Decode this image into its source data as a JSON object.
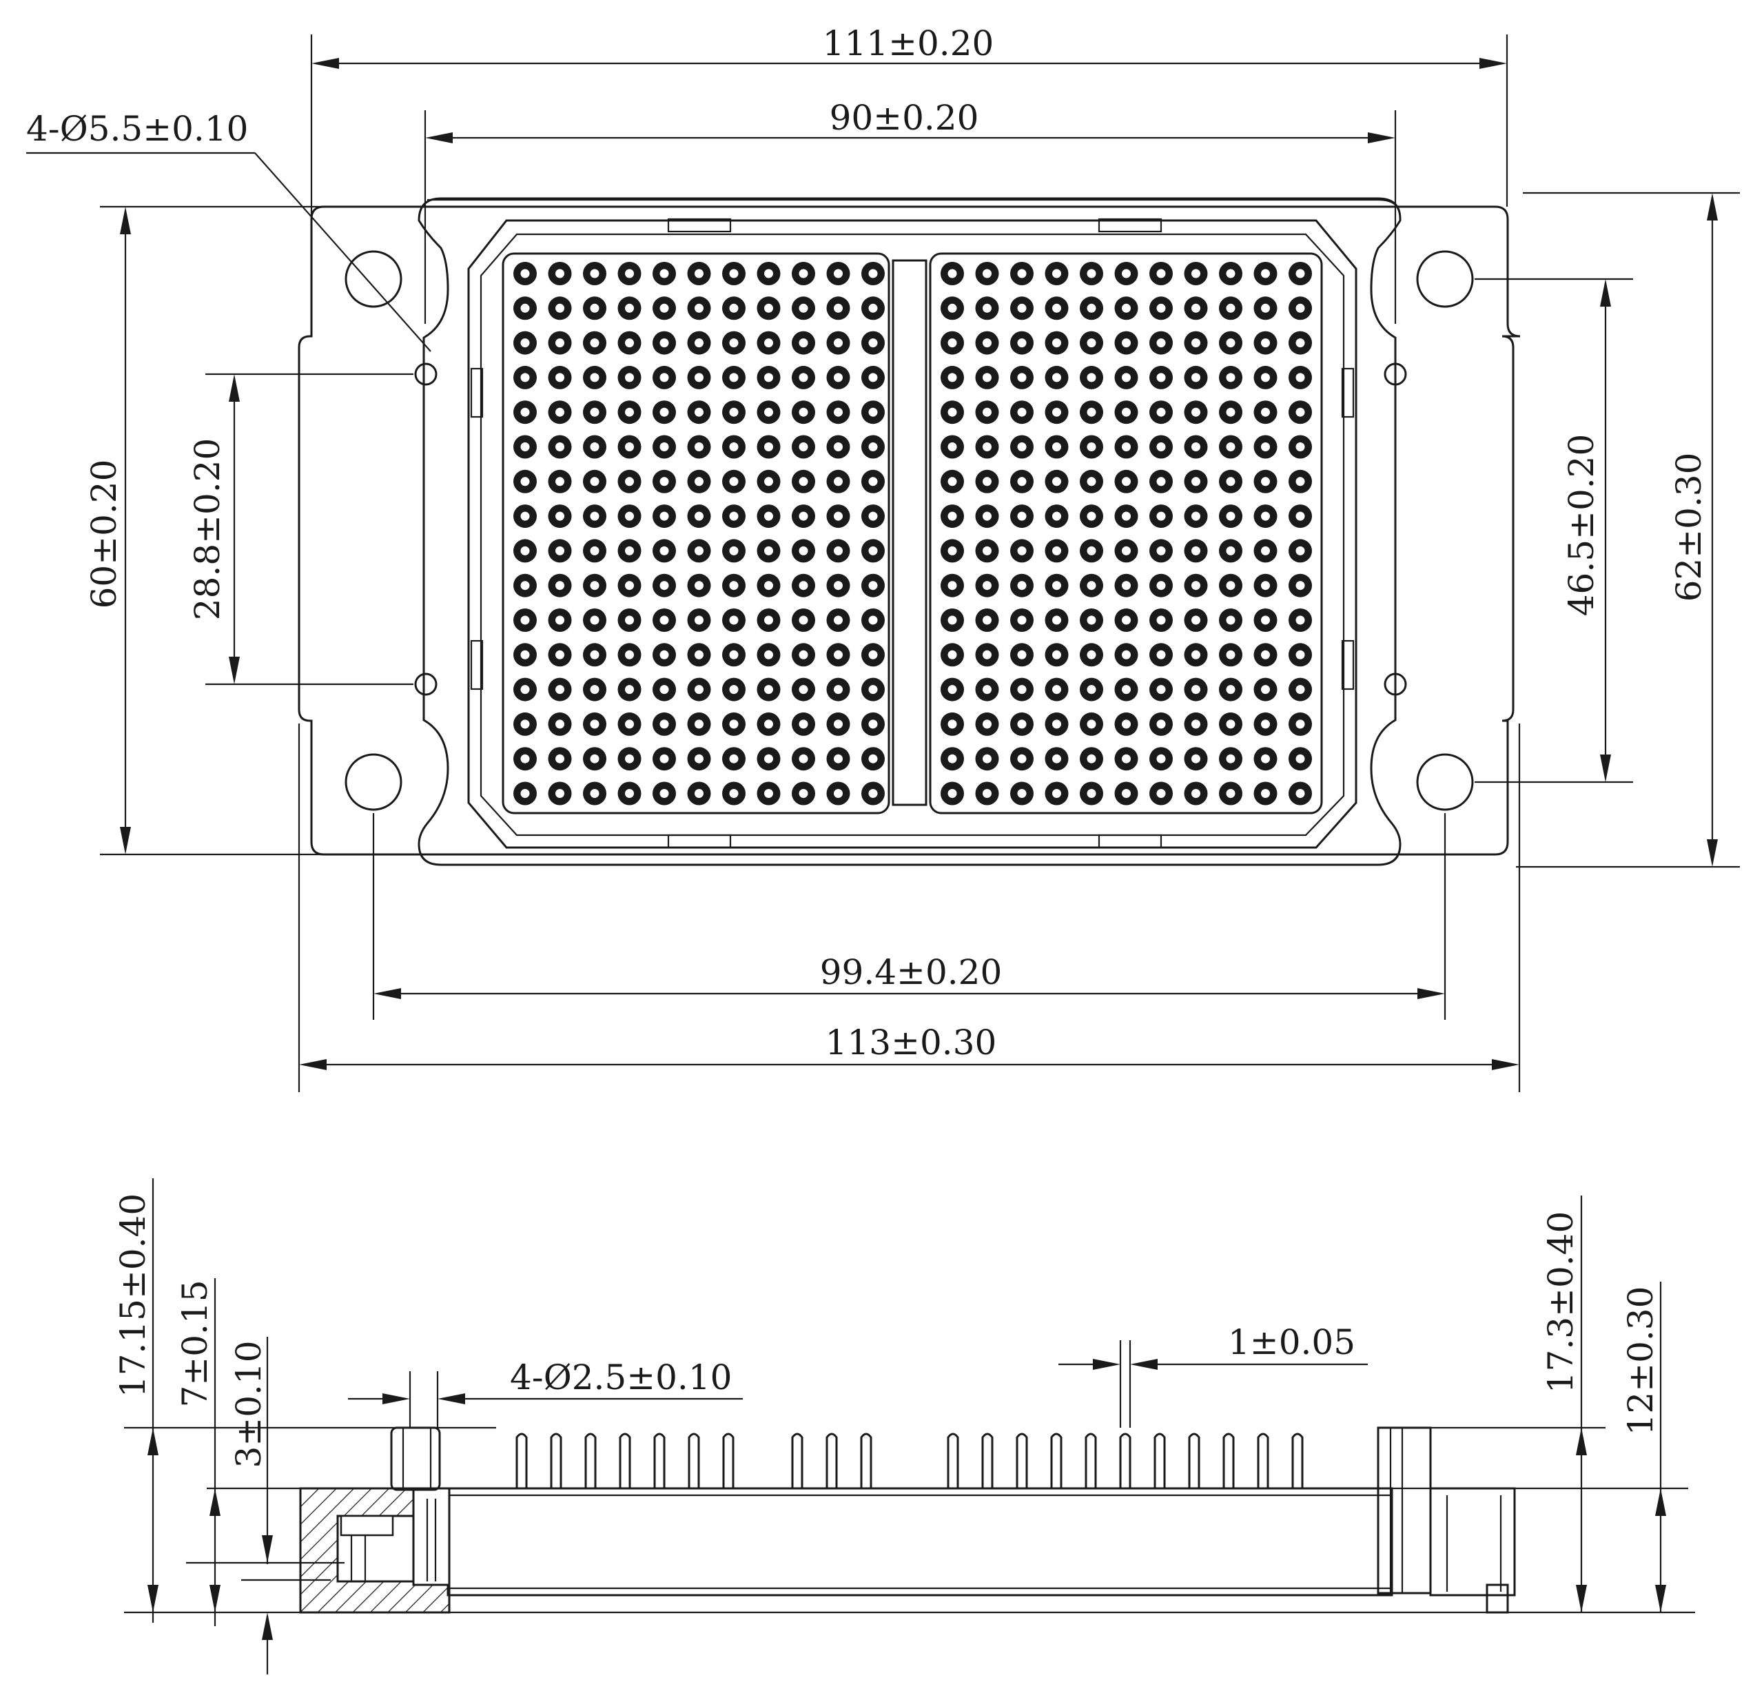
{
  "top_view": {
    "dim_width_outer": "111±0.20",
    "dim_width_inner": "90±0.20",
    "dim_holes": "4-Ø5.5±0.10",
    "dim_height_left": "60±0.20",
    "dim_pin_spacing": "28.8±0.20",
    "dim_height_right": "46.5±0.20",
    "dim_height_total": "62±0.30",
    "dim_hole_spacing": "99.4±0.20",
    "dim_total_width": "113±0.30",
    "pin_grid_left": {
      "cols": 11,
      "rows": 16
    },
    "pin_grid_right": {
      "cols": 11,
      "rows": 16
    }
  },
  "side_view": {
    "dim_total_height_left": "17.15±0.40",
    "dim_7": "7±0.15",
    "dim_3": "3±0.10",
    "dim_pins": "4-Ø2.5±0.10",
    "dim_pin_width": "1±0.05",
    "dim_total_height_right": "17.3±0.40",
    "dim_12": "12±0.30"
  }
}
